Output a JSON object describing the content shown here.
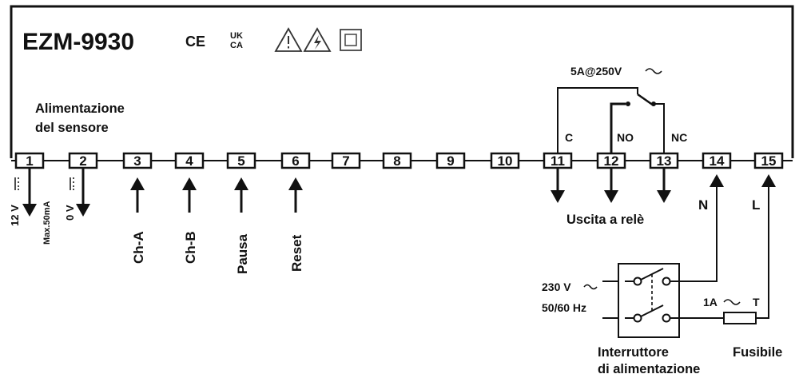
{
  "header": {
    "model": "EZM-9930",
    "marks": {
      "ce": "CE",
      "ukca_top": "UK",
      "ukca_bottom": "CA"
    }
  },
  "sensor_supply_label": {
    "line1": "Alimentazione",
    "line2": "del sensore"
  },
  "terminals": [
    "1",
    "2",
    "3",
    "4",
    "5",
    "6",
    "7",
    "8",
    "9",
    "10",
    "11",
    "12",
    "13",
    "14",
    "15"
  ],
  "terminal_labels": {
    "t1": "12 V",
    "t1_sub": "Max.50mA",
    "t2": "0 V",
    "t3": "Ch-A",
    "t4": "Ch-B",
    "t5": "Pausa",
    "t6": "Reset",
    "t14": "N",
    "t15": "L"
  },
  "relay": {
    "rating": "5A@250V",
    "c": "C",
    "no": "NO",
    "nc": "NC",
    "output_label": "Uscita a relè"
  },
  "power": {
    "voltage": "230 V",
    "frequency": "50/60 Hz",
    "fuse_rating": "1A",
    "fuse_type": "T",
    "switch_label_1": "Interruttore",
    "switch_label_2": "di alimentazione",
    "fuse_label": "Fusibile"
  },
  "colors": {
    "ink": "#111111",
    "background": "#ffffff"
  }
}
